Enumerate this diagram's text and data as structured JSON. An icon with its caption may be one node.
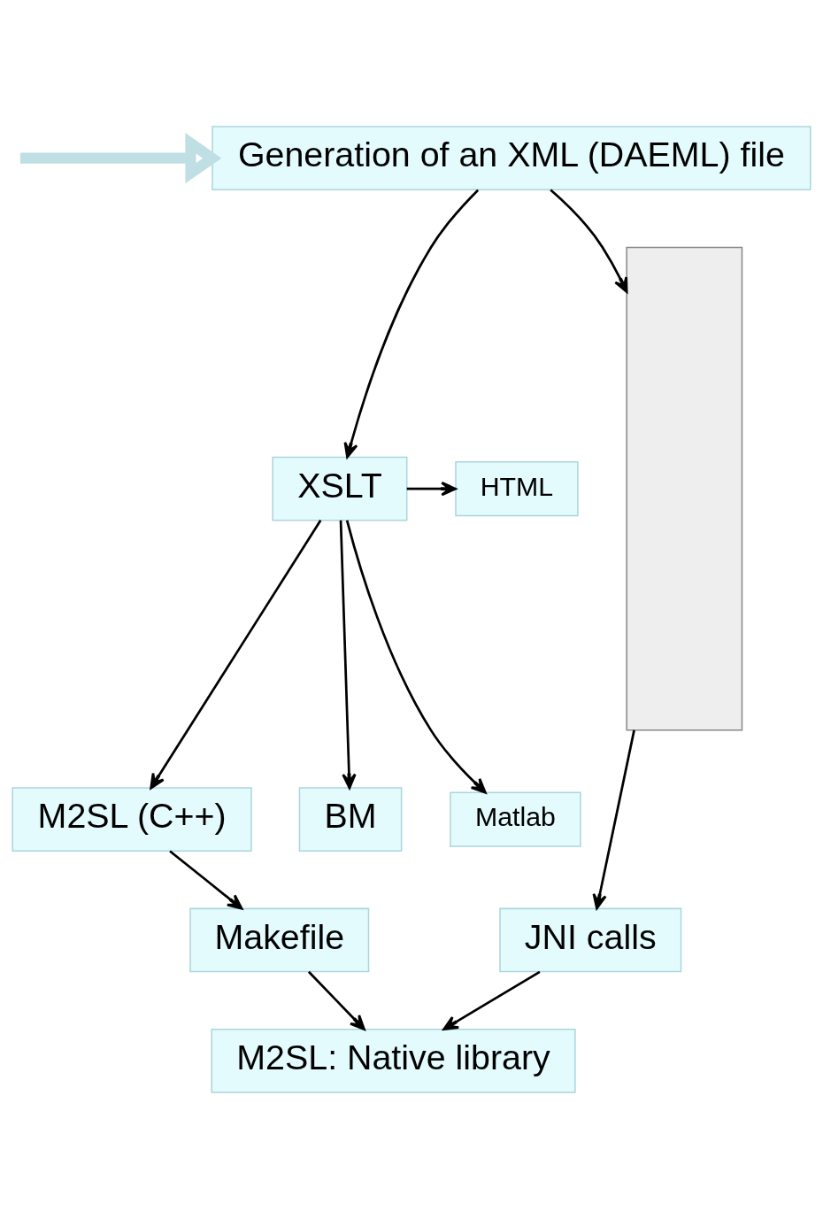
{
  "diagram": {
    "nodes": [
      {
        "text": [
          "Generation of an XML (DAEML) file"
        ]
      },
      {
        "text": [
          "XSLT"
        ]
      },
      {
        "text": [
          "HTML"
        ]
      },
      {
        "text": [
          "M2SL (C++)"
        ]
      },
      {
        "text": [
          "BM"
        ]
      },
      {
        "text": [
          "Matlab"
        ]
      },
      {
        "text": [
          "Makefile"
        ]
      },
      {
        "text": [
          "M2SL: Native library"
        ]
      },
      {
        "text": [
          "JNI calls"
        ]
      },
      {
        "text": [],
        "shape": "box"
      }
    ],
    "edges": [
      {
        "from": null,
        "to": 0,
        "arrow": "to",
        "style": "thick",
        "color": "#bfdfe5"
      },
      {
        "from": 0,
        "to": 1,
        "arrow": "to"
      },
      {
        "from": 0,
        "to": 9,
        "arrow": "to"
      },
      {
        "from": 1,
        "to": 2,
        "arrow": "to"
      },
      {
        "from": 1,
        "to": 3,
        "arrow": "to"
      },
      {
        "from": 1,
        "to": 4,
        "arrow": "to"
      },
      {
        "from": 1,
        "to": 5,
        "arrow": "to"
      },
      {
        "from": 3,
        "to": 6,
        "arrow": "to"
      },
      {
        "from": 6,
        "to": 7,
        "arrow": "to"
      },
      {
        "from": 8,
        "to": 7,
        "arrow": "to"
      },
      {
        "from": 9,
        "to": 8,
        "arrow": "to"
      }
    ]
  }
}
